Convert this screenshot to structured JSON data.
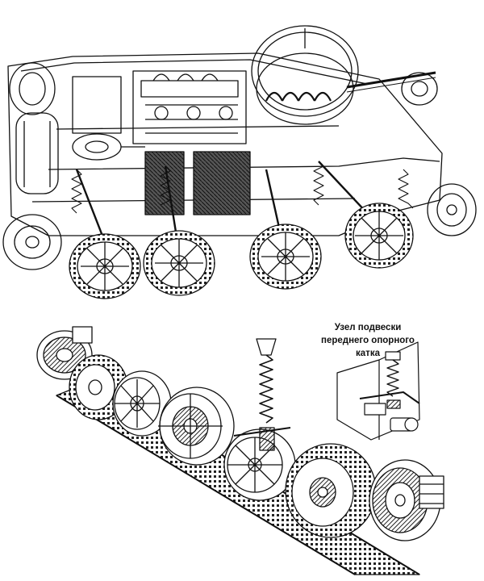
{
  "callout": {
    "lines": [
      "Узел подвески",
      "переднего опорного",
      "катка"
    ]
  },
  "colors": {
    "ink": "#111111",
    "hatch": "#333333",
    "paper": "#ffffff"
  }
}
